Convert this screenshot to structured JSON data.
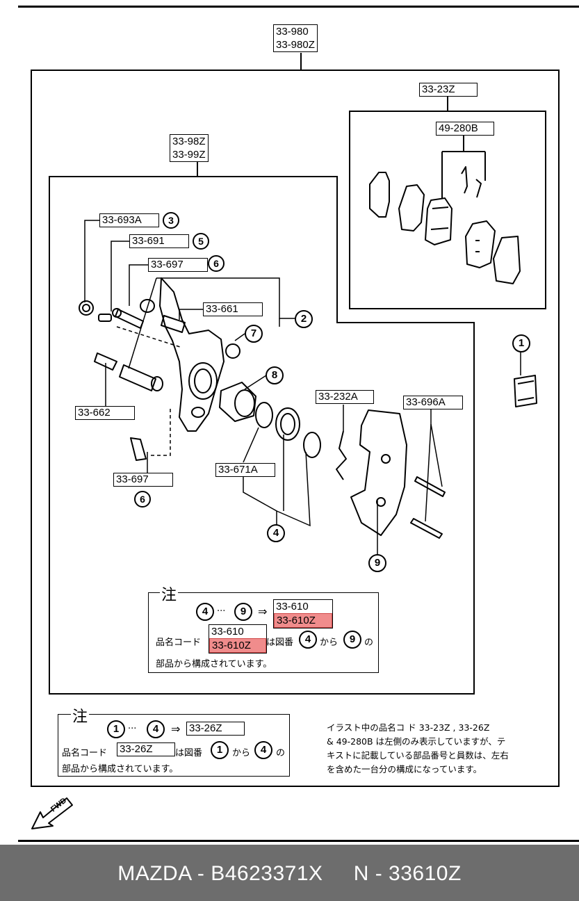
{
  "diagram": {
    "top_assembly": {
      "line1": "33-980",
      "line2": "33-980Z"
    },
    "pad_set": {
      "code": "33-23Z",
      "sub_code": "49-280B"
    },
    "caliper": {
      "line1": "33-98Z",
      "line2": "33-99Z"
    },
    "parts": {
      "p693a": "33-693A",
      "p691": "33-691",
      "p697a": "33-697",
      "p661": "33-661",
      "p662": "33-662",
      "p697b": "33-697",
      "p671a": "33-671A",
      "p232a": "33-232A",
      "p696a": "33-696A"
    },
    "circles": {
      "c1": "1",
      "c2": "2",
      "c3": "3",
      "c4": "4",
      "c5": "5",
      "c6a": "6",
      "c6b": "6",
      "c7": "7",
      "c8": "8",
      "c9": "9"
    },
    "inner_note": {
      "heading": "注",
      "range_from": "4",
      "dots": "···",
      "range_to": "9",
      "arrow": "⇒",
      "code_line1": "33-610",
      "code_line2": "33-610Z",
      "prefix": "品名コード",
      "box_line1": "33-610",
      "box_line2": "33-610Z",
      "mid": "は図番",
      "from_num": "4",
      "kara": "から",
      "to_num": "9",
      "no": "の",
      "line3": "部品から構成されています。"
    },
    "outer_note": {
      "heading": "注",
      "range_from": "1",
      "dots": "···",
      "range_to": "4",
      "arrow": "⇒",
      "code": "33-26Z",
      "prefix": "品名コード",
      "box_code": "33-26Z",
      "mid": "は図番",
      "from_num": "1",
      "kara": "から",
      "to_num": "4",
      "no": "の",
      "line3": "部品から構成されています。"
    },
    "side_note": {
      "line1": "イラスト中の品名コ ド 33-23Z , 33-26Z",
      "line2": "& 49-280B は左側のみ表示していますが、テ",
      "line3": "キストに記載している部品番号と員数は、左右",
      "line4": "を含めた一台分の構成になっています。"
    },
    "fwd": "FWD"
  },
  "footer": {
    "text": "MAZDA - B4623371X     N - 33610Z"
  },
  "colors": {
    "highlight": "#f08c8c",
    "footer_bg": "#6d6d6d"
  }
}
